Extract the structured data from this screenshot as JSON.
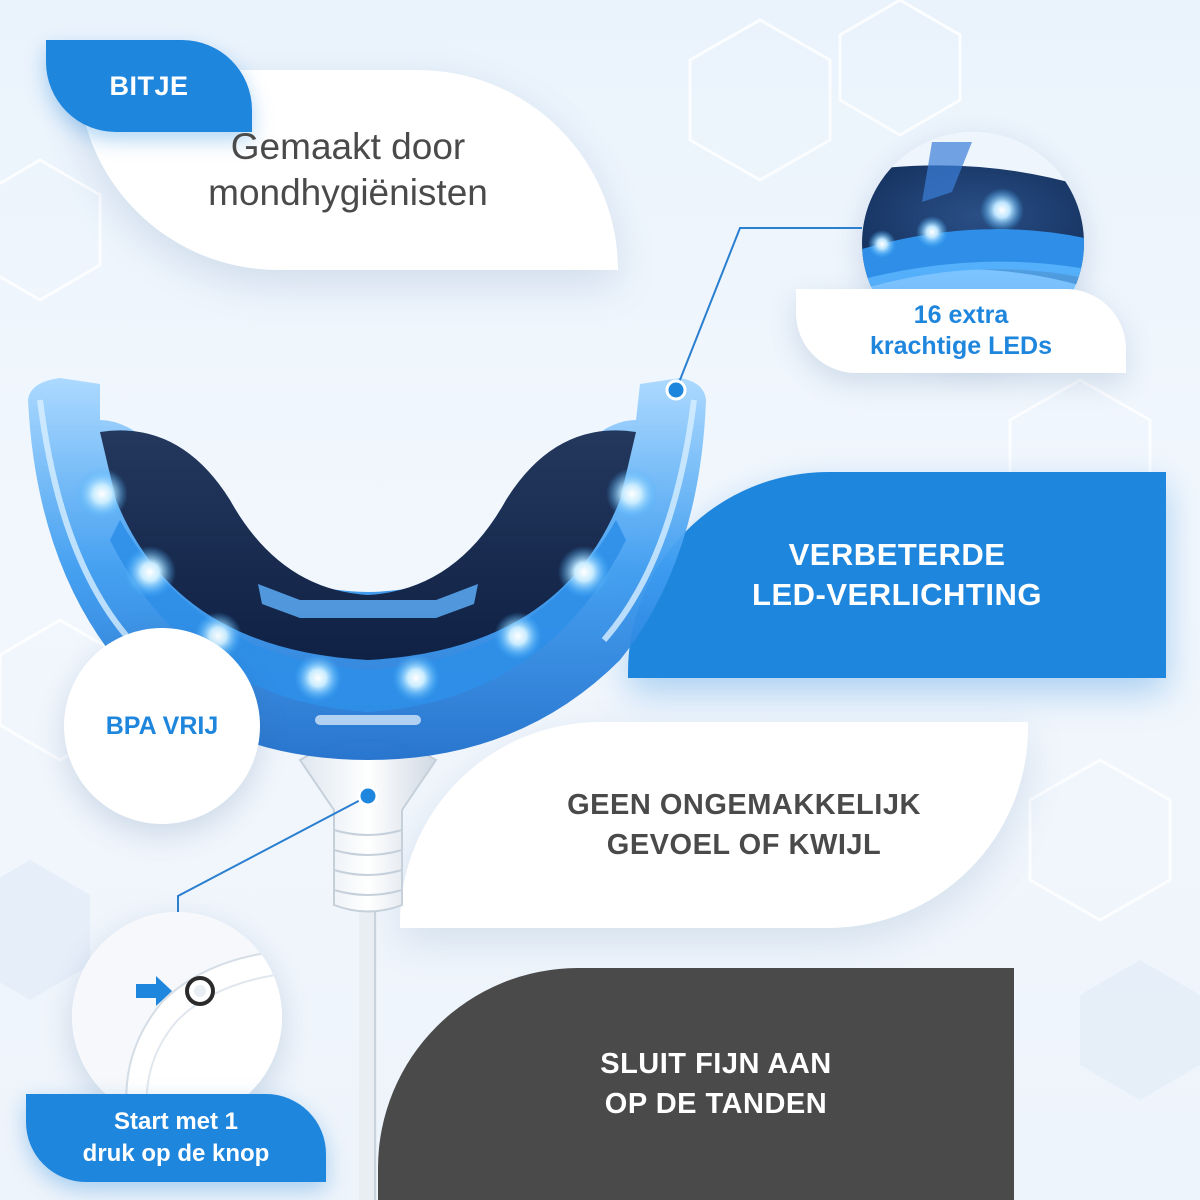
{
  "brand": {
    "name": "BITJE"
  },
  "cards": {
    "made_by": {
      "line1": "Gemaakt door",
      "line2": "mondhygiënisten"
    },
    "leds": {
      "line1": "16 extra",
      "line2": "krachtige LEDs"
    },
    "improved_led": {
      "line1": "VERBETERDE",
      "line2": "LED-VERLICHTING"
    },
    "no_discomfort": {
      "line1": "GEEN ONGEMAKKELIJK",
      "line2": "GEVOEL OF KWIJL"
    },
    "fits": {
      "line1": "SLUIT FIJN AAN",
      "line2": "OP DE TANDEN"
    },
    "bpa": {
      "label": "BPA VRIJ"
    },
    "start": {
      "line1": "Start met 1",
      "line2": "druk op de knop"
    }
  },
  "icons": {
    "arrow": "arrow-right-icon",
    "button": "power-button-icon"
  },
  "colors": {
    "accent_blue": "#1f86dd",
    "dark_gray": "#4a4a4a",
    "text_gray": "#4a4a4a",
    "led_glow": "#3fb0ff"
  }
}
